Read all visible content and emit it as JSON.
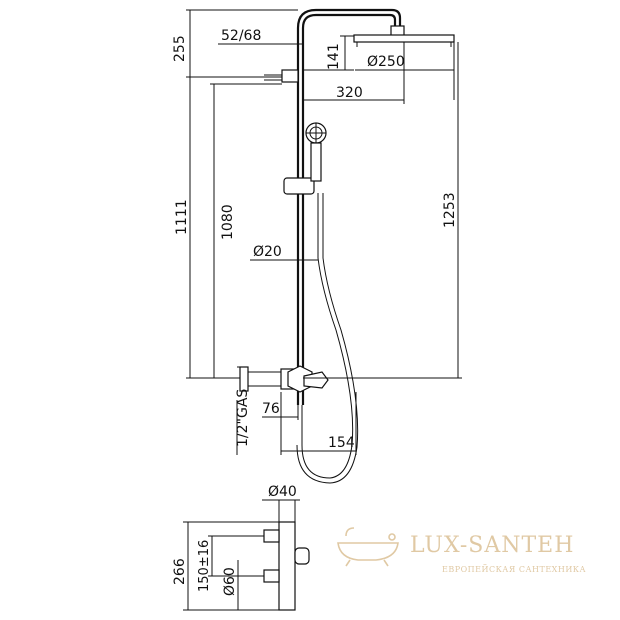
{
  "dimensions": {
    "d255": "255",
    "d52_68": "52/68",
    "d141": "141",
    "d250": "Ø250",
    "d320": "320",
    "d1111": "1111",
    "d1080": "1080",
    "d1253": "1253",
    "d20": "Ø20",
    "gas": "1/2\"GAS",
    "d76": "76",
    "d154": "154",
    "d40": "Ø40",
    "d266": "266",
    "d150": "150±16",
    "d60": "Ø60"
  },
  "watermark": {
    "name": "LUX-SANTEH",
    "subtitle": "ЕВРОПЕЙСКАЯ САНТЕХНИКА"
  }
}
